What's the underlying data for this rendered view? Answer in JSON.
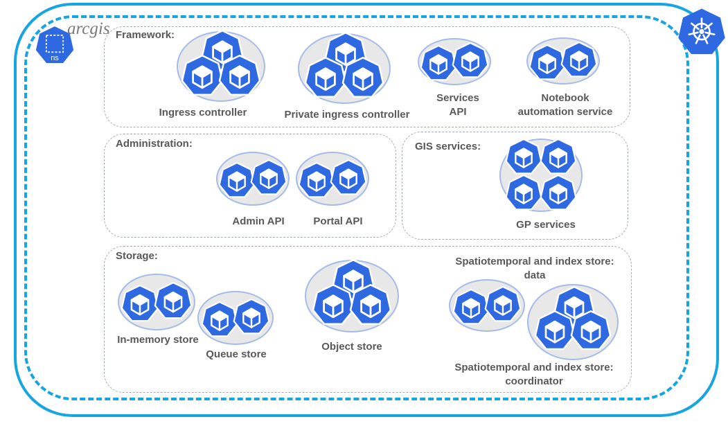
{
  "brand": {
    "label": "arcgis"
  },
  "namespace_badge": {
    "icon": "kubernetes-namespace-icon",
    "label": "ns"
  },
  "cluster": {
    "icon": "kubernetes-logo-icon"
  },
  "icons": {
    "pod": "kubernetes-pod-icon"
  },
  "colors": {
    "pod_blue": "#2e69e1",
    "boundary_cyan": "#16a5e3",
    "ellipse_fill": "#e8e8e8",
    "ellipse_stroke": "#a5bbe8",
    "section_dash_gray": "#a3abba",
    "label_gray": "#595959"
  },
  "sections": {
    "framework": {
      "label": "Framework:",
      "groups": [
        {
          "label": "Ingress controller",
          "replicas": 3
        },
        {
          "label": "Private ingress controller",
          "replicas": 3
        },
        {
          "label": "Services\nAPI",
          "replicas": 2
        },
        {
          "label": "Notebook\nautomation service",
          "replicas": 2
        }
      ]
    },
    "administration": {
      "label": "Administration:",
      "groups": [
        {
          "label": "Admin API",
          "replicas": 2
        },
        {
          "label": "Portal API",
          "replicas": 2
        }
      ]
    },
    "gis_services": {
      "label": "GIS services:",
      "groups": [
        {
          "label": "GP services",
          "replicas": 4
        }
      ]
    },
    "storage": {
      "label": "Storage:",
      "groups": [
        {
          "label": "In-memory store",
          "replicas": 2
        },
        {
          "label": "Queue store",
          "replicas": 2
        },
        {
          "label": "Object store",
          "replicas": 3
        },
        {
          "label": "Spatiotemporal and index store:\ndata",
          "replicas": 2
        },
        {
          "label": "Spatiotemporal and index store:\ncoordinator",
          "replicas": 3
        }
      ]
    }
  }
}
